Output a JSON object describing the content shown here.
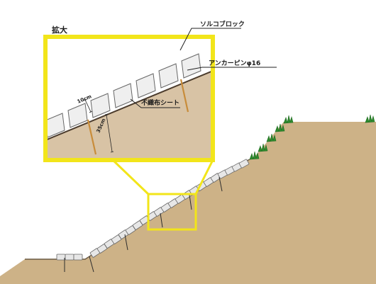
{
  "diagram": {
    "magnify_label": "拡大",
    "labels": {
      "block": "ソルコブロック",
      "anchor": "アンカーピンφ16",
      "sheet": "不織布シート",
      "spacing_10": "10cm",
      "depth_35": "35cm"
    },
    "colors": {
      "soil_main": "#cdb287",
      "soil_inset": "#d8c3a5",
      "highlight_frame": "#f2e51a",
      "block_fill": "#efefef",
      "block_stroke": "#666666",
      "anchor_pin": "#c88c3a",
      "sheet_line": "#4b3b2c",
      "grass": "#2d8a2d"
    }
  }
}
